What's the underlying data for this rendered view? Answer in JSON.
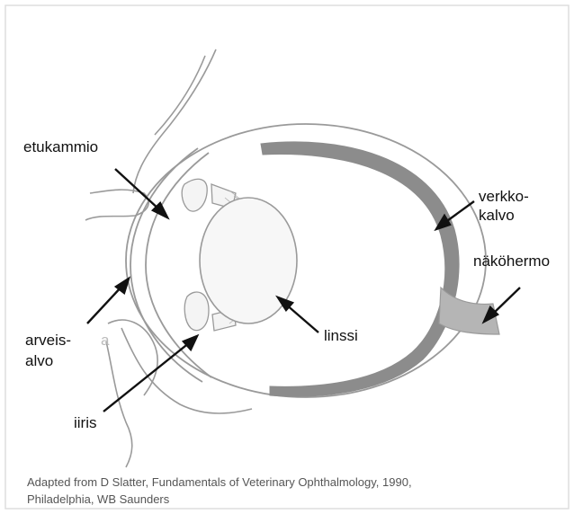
{
  "labels": {
    "etukammio": "etukammio",
    "verkkokalvo_line1": "verkko-",
    "verkkokalvo_line2": "kalvo",
    "nakohermo": "näköhermo",
    "linssi": "linssi",
    "arveiskalvo_line1": "arveis-",
    "arveiskalvo_dash": "a",
    "arveiskalvo_line2": "alvo",
    "iiris": "iiris"
  },
  "caption": {
    "line1": "Adapted from D Slatter, Fundamentals of Veterinary Ophthalmology, 1990,",
    "line2": "Philadelphia, WB Saunders"
  },
  "colors": {
    "outline": "#9a9a9a",
    "retina": "#8c8c8c",
    "arrow": "#111111",
    "frame": "#dddddd"
  }
}
